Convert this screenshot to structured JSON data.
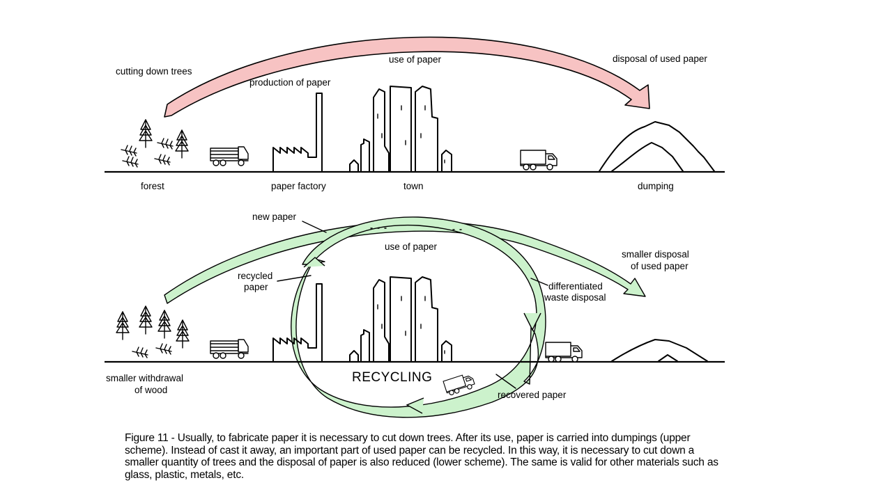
{
  "upper": {
    "arrow_label_cut": "cutting down trees",
    "arrow_label_production": "production of paper",
    "arrow_label_use": "use of paper",
    "arrow_label_disposal": "disposal of used paper",
    "ground_label_forest": "forest",
    "ground_label_factory": "paper factory",
    "ground_label_town": "town",
    "ground_label_dumping": "dumping"
  },
  "lower": {
    "new_paper": "new paper",
    "use_of_paper": "use of paper",
    "smaller_disposal_line1": "smaller disposal",
    "smaller_disposal_line2": "of used paper",
    "recycled_line1": "recycled",
    "recycled_line2": "paper",
    "differentiated_line1": "differentiated",
    "differentiated_line2": "waste disposal",
    "smaller_withdrawal_line1": "smaller withdrawal",
    "smaller_withdrawal_line2": "of wood",
    "recycling": "RECYCLING",
    "recovered_paper": "recovered paper"
  },
  "caption": "Figure 11 - Usually, to fabricate paper it is necessary to cut down trees. After its use, paper is carried into dumpings (upper scheme). Instead of cast it away, an important part of used paper can be recycled. In this way, it is necessary to cut down a smaller quantity of trees and the disposal of paper is also reduced (lower scheme). The same is valid for other materials such as glass, plastic, metals, etc.",
  "colors": {
    "upper_arrow_fill": "#f7c3c3",
    "recycle_arrow_fill": "#ccf2cc",
    "ink": "#000000"
  },
  "icons": [
    "tree-icon",
    "truck-icon",
    "factory-icon",
    "town-buildings-icon",
    "dump-heap-icon"
  ]
}
